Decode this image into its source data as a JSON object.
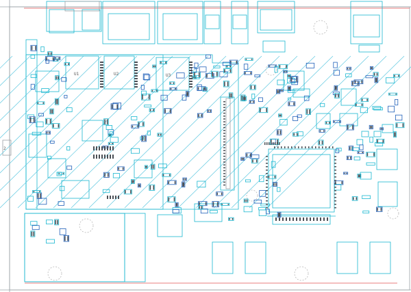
{
  "diagram": {
    "type": "pcb-layout",
    "colors": {
      "outline": "#19b7d0",
      "pads": "#4a4f55",
      "silkscreen": "#1f5fb8",
      "edge": "#e05050",
      "frame": "#9aa0a6"
    },
    "labels": {
      "side_label": "2",
      "u1": "U1",
      "u2": "U2",
      "u3": "U3"
    }
  }
}
